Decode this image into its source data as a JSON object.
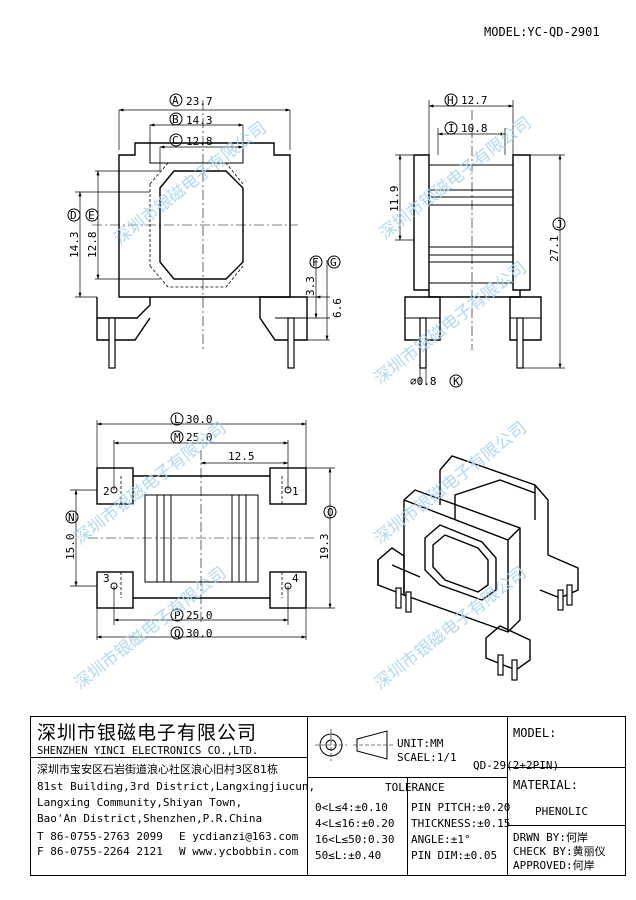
{
  "model": "MODEL:YC-QD-2901",
  "watermark": "深圳市银磁电子有限公司",
  "dims": {
    "A": "23.7",
    "B": "14.3",
    "C": "12.8",
    "D": "14.3",
    "E": "12.8",
    "F": "3.3",
    "G": "6.6",
    "H": "12.7",
    "I": "10.8",
    "J": "27.1",
    "K": "⌀0.8",
    "L": "30.0",
    "M": "25.0",
    "N": "15.0",
    "O": "19.3",
    "P": "25.0",
    "Q": "30.0",
    "h1": "11.9",
    "pitch": "12.5"
  },
  "dim_letters": [
    "A",
    "B",
    "C",
    "D",
    "E",
    "F",
    "G",
    "H",
    "I",
    "J",
    "K",
    "L",
    "M",
    "N",
    "O",
    "P",
    "Q"
  ],
  "pins": [
    "1",
    "2",
    "3",
    "4"
  ],
  "company": {
    "name_cn": "深圳市银磁电子有限公司",
    "name_en": "SHENZHEN YINCI ELECTRONICS CO.,LTD.",
    "address_cn": "深圳市宝安区石岩街道浪心社区浪心旧村3区81栋",
    "address_en": [
      "81st Building,3rd District,Langxingjiucun,",
      "Langxing Community,Shiyan Town,",
      "Bao'An District,Shenzhen,P.R.China"
    ],
    "tel": "T 86-0755-2763 2099",
    "fax": "F 86-0755-2264 2121",
    "email": "E ycdianzi@163.com",
    "web": "W www.ycbobbin.com"
  },
  "unit": "UNIT:MM",
  "scale": "SCAEL:1/1",
  "model_label": "MODEL:",
  "model_value": "QD-29(2+2PIN)",
  "tolerance_title": "TOLERANCE",
  "tolerance": [
    "0<L≤4:±0.10",
    "4<L≤16:±0.20",
    "16<L≤50:0.30",
    "50≤L:±0.40"
  ],
  "specs": [
    "PIN PITCH:±0.20",
    "THICKNESS:±0.15",
    "ANGLE:±1°",
    "PIN DIM:±0.05"
  ],
  "material_label": "MATERIAL:",
  "material_value": "PHENOLIC",
  "drawn": "DRWN BY:何岸",
  "check": "CHECK BY:黄丽仪",
  "approved": "APPROVED:何岸"
}
